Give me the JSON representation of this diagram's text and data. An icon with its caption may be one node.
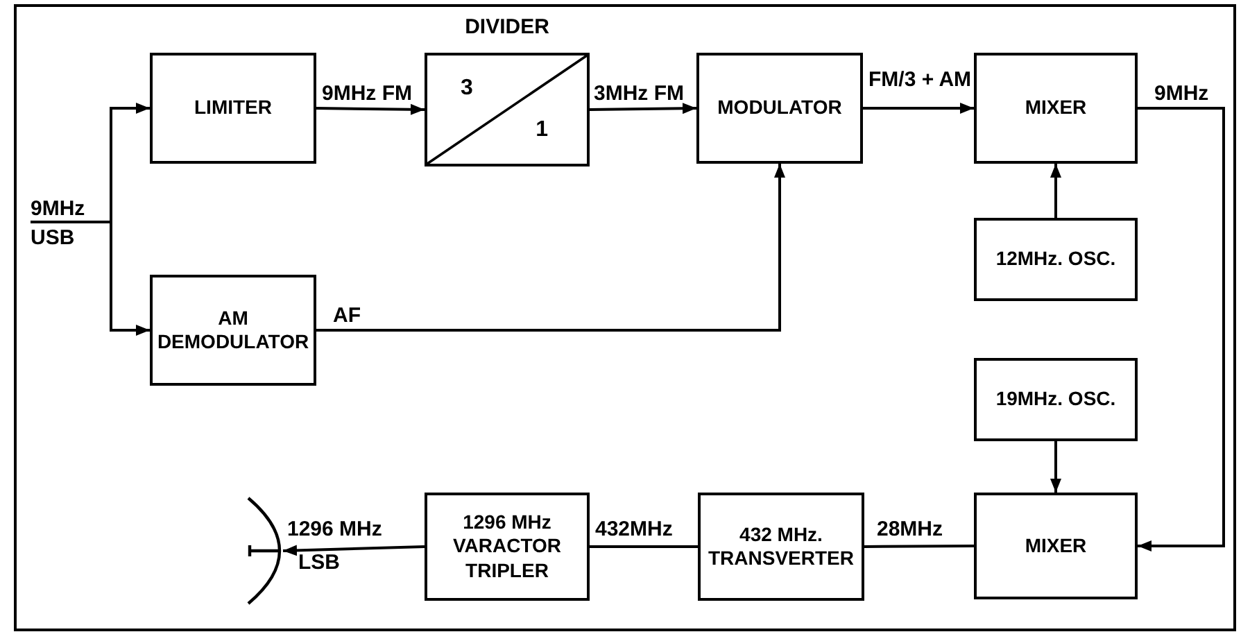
{
  "diagram": {
    "nodes": [
      {
        "text": [
          "9MHz",
          "USB"
        ]
      },
      {
        "text": [
          "LIMITER"
        ]
      },
      {
        "text": [
          "DIVIDER",
          "3",
          "1"
        ]
      },
      {
        "text": [
          "MODULATOR"
        ]
      },
      {
        "text": [
          "MIXER"
        ]
      },
      {
        "text": [
          "AM DEMODULATOR"
        ]
      },
      {
        "text": [
          "12MHz. OSC."
        ]
      },
      {
        "text": [
          "19MHz. OSC."
        ]
      },
      {
        "text": [
          "MIXER"
        ]
      },
      {
        "text": [
          "432 MHz. TRANSVERTER"
        ]
      },
      {
        "text": [
          "1296 MHz VARACTOR TRIPLER"
        ]
      },
      {
        "text": [],
        "shape": "picture"
      }
    ],
    "edges": [
      {
        "from": 0,
        "to": 1,
        "arrow": "to"
      },
      {
        "from": 0,
        "to": 5,
        "arrow": "to"
      },
      {
        "from": 1,
        "to": 2,
        "arrow": "to",
        "label": "9MHz FM"
      },
      {
        "from": 2,
        "to": 3,
        "arrow": "to",
        "label": "3MHz FM"
      },
      {
        "from": 3,
        "to": 4,
        "arrow": "to",
        "label": "FM/3 + AM"
      },
      {
        "from": 5,
        "to": 3,
        "arrow": "to",
        "label": "AF"
      },
      {
        "from": 6,
        "to": 4,
        "arrow": "to"
      },
      {
        "from": 4,
        "to": 8,
        "arrow": "to",
        "label": "9MHz"
      },
      {
        "from": 7,
        "to": 8,
        "arrow": "to"
      },
      {
        "from": 8,
        "to": 9,
        "arrow": "none",
        "label": "28MHz"
      },
      {
        "from": 9,
        "to": 10,
        "arrow": "none",
        "label": "432MHz"
      },
      {
        "from": 10,
        "to": 11,
        "arrow": "to",
        "label": "1296 MHz"
      }
    ],
    "labels": [
      "LSB"
    ]
  }
}
